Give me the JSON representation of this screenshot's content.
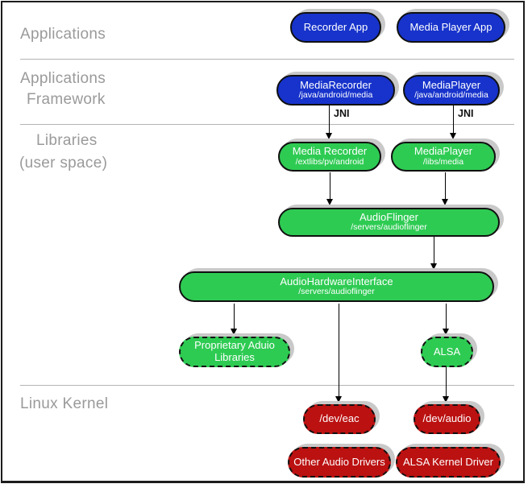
{
  "layers": {
    "applications": "Applications",
    "framework_line1": "Applications",
    "framework_line2": "Framework",
    "libraries_line1": "Libraries",
    "libraries_line2": "(user space)",
    "kernel": "Linux Kernel"
  },
  "nodes": {
    "recorder_app": {
      "label": "Recorder App"
    },
    "media_player_app": {
      "label": "Media Player App"
    },
    "mediarecorder_framework": {
      "label": "MediaRecorder",
      "path": "/java/android/media"
    },
    "mediaplayer_framework": {
      "label": "MediaPlayer",
      "path": "/java/android/media"
    },
    "media_recorder_lib": {
      "label": "Media Recorder",
      "path": "/extlibs/pv/android"
    },
    "mediaplayer_lib": {
      "label": "MediaPlayer",
      "path": "/libs/media"
    },
    "audioflinger": {
      "label": "AudioFlinger",
      "path": "/servers/audioflinger"
    },
    "audio_hardware_interface": {
      "label": "AudioHardwareInterface",
      "path": "/servers/audioflinger"
    },
    "proprietary_audio_libraries": {
      "label": "Proprietary Aduio Libraries"
    },
    "alsa": {
      "label": "ALSA"
    },
    "dev_eac": {
      "label": "/dev/eac"
    },
    "dev_audio": {
      "label": "/dev/audio"
    },
    "other_audio_drivers": {
      "label": "Other Audio Drivers"
    },
    "alsa_kernel_driver": {
      "label": "ALSA Kernel Driver"
    }
  },
  "edges": {
    "jni_left": "JNI",
    "jni_right": "JNI"
  },
  "colors": {
    "applications_blue": "#1733cb",
    "libraries_green": "#2ecb53",
    "kernel_red": "#bb1111",
    "layer_label_gray": "#9a9a9a",
    "shadow_gray": "#c9c9c9"
  }
}
